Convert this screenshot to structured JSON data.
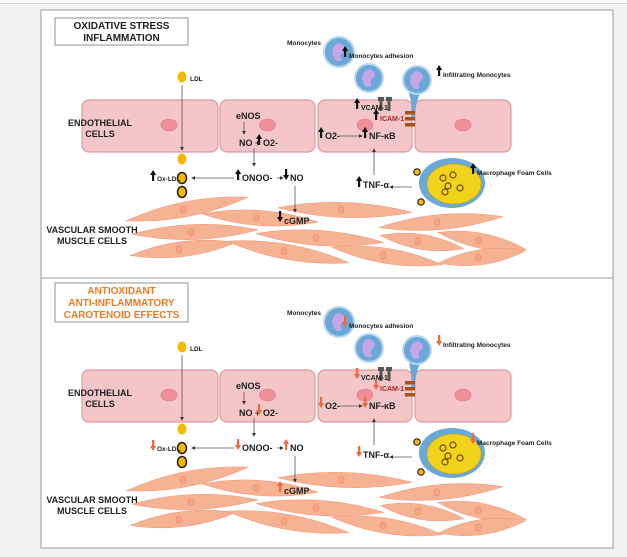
{
  "figure": {
    "panels": [
      {
        "title_lines": [
          "OXIDATIVE STRESS",
          "INFLAMMATION"
        ],
        "title_color": "#1e1e1e",
        "arrow_color": "#111111",
        "labels": {
          "ldl": "LDL",
          "endothelial": [
            "ENDOTHELIAL",
            "CELLS"
          ],
          "smooth_muscle": [
            "VASCULAR SMOOTH",
            "MUSCLE CELLS"
          ],
          "enos": "eNOS",
          "no_o2": "NO +",
          "o2_enos": "O2-",
          "onoo": "ONOO-",
          "no": "NO",
          "ox_ldl": "Ox-LDL",
          "cgmp": "cGMP",
          "monocytes": "Monocytes",
          "monocytes_adhesion": "Monocytes adhesion",
          "infiltrating": "Infiltrating Monocytes",
          "vcam": "VCAM-1",
          "icam": "ICAM-1",
          "o2_cell": "O2-",
          "nfkb": "NF-κB",
          "tnf": "TNF-α",
          "macrophage": "Macrophage Foam Cells"
        },
        "indicators": {
          "monocytes_adhesion": "up",
          "infiltrating": "up",
          "vcam": "up",
          "icam": "up",
          "o2_cell": "up",
          "nfkb": "up",
          "tnf": "up",
          "macrophage": "up",
          "o2_enos": "up",
          "onoo": "up",
          "no": "down",
          "ox_ldl": "up",
          "cgmp": "down"
        }
      },
      {
        "title_lines": [
          "ANTIOXIDANT",
          "ANTI-INFLAMMATORY",
          "CAROTENOID EFFECTS"
        ],
        "title_color": "#f07a22",
        "arrow_color": "#ee6a3c",
        "labels": {
          "ldl": "LDL",
          "endothelial": [
            "ENDOTHELIAL",
            "CELLS"
          ],
          "smooth_muscle": [
            "VASCULAR SMOOTH",
            "MUSCLE CELLS"
          ],
          "enos": "eNOS",
          "no_o2": "NO +",
          "o2_enos": "O2-",
          "onoo": "ONOO-",
          "no": "NO",
          "ox_ldl": "Ox-LDL",
          "cgmp": "cGMP",
          "monocytes": "Monocytes",
          "monocytes_adhesion": "Monocytes adhesion",
          "infiltrating": "Infiltrating Monocytes",
          "vcam": "VCAM-1",
          "icam": "ICAM-1",
          "o2_cell": "O2-",
          "nfkb": "NF-κB",
          "tnf": "TNF-α",
          "macrophage": "Macrophage Foam Cells"
        },
        "indicators": {
          "monocytes_adhesion": "down",
          "infiltrating": "down",
          "vcam": "down",
          "icam": "down",
          "o2_cell": "down",
          "nfkb": "down",
          "tnf": "down",
          "macrophage": "down",
          "o2_enos": "down",
          "onoo": "down",
          "no": "up",
          "ox_ldl": "down",
          "cgmp": "up"
        }
      }
    ],
    "colors": {
      "endothelial_fill": "#f4c6c8",
      "endothelial_stroke": "#de9aa0",
      "nucleus": "#ef8f9a",
      "smooth_muscle": "#f6b394",
      "ldl": "#f6b800",
      "monocyte": "#6aa8d8",
      "monocyte_nucleus": "#c7a6e8",
      "icam_text": "#b0262a",
      "icam_receptor": "#a5531e",
      "vcam_receptor": "#555555",
      "foam_cell": "#f2d21a"
    }
  }
}
